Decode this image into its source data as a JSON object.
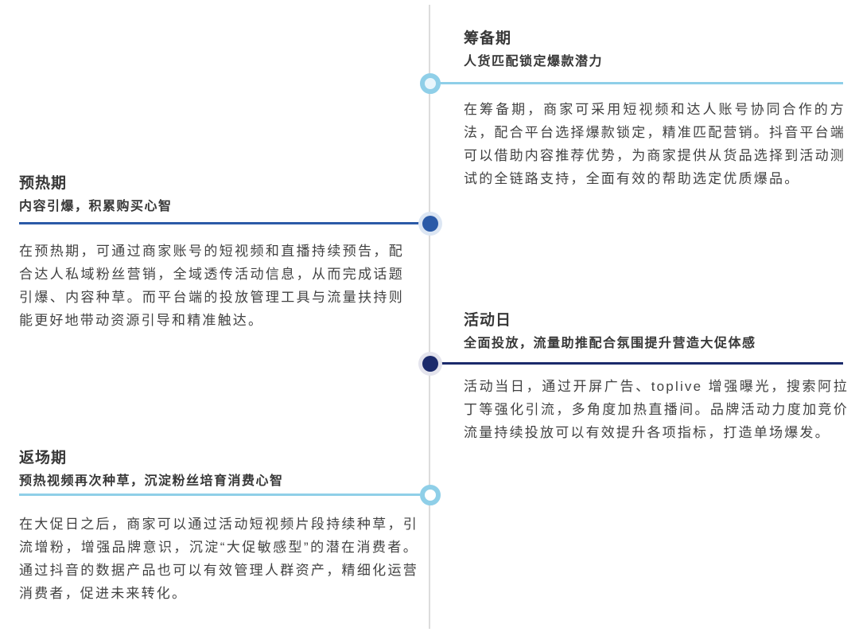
{
  "colors": {
    "background": "#ffffff",
    "timeline_axis": "#DCDCDC",
    "accent_light_blue": "#8FCFE8",
    "accent_mid_blue": "#2B5AA7",
    "accent_dark_navy": "#1B2A6B",
    "title_text": "#383838",
    "body_text": "#424242"
  },
  "timeline": {
    "orientation": "vertical",
    "phases": [
      {
        "id": "preparation",
        "side": "right",
        "title": "筹备期",
        "subtitle": "人货匹配锁定爆款潜力",
        "body": "在筹备期，商家可采用短视频和达人账号协同合作的方法，配合平台选择爆款锁定，精准匹配营销。抖音平台端可以借助内容推荐优势，为商家提供从货品选择到活动测试的全链路支持，全面有效的帮助选定优质爆品。",
        "accent_color": "#8FCFE8",
        "node_style": "light-blue-ring"
      },
      {
        "id": "preheat",
        "side": "left",
        "title": "预热期",
        "subtitle": "内容引爆，积累购买心智",
        "body": "在预热期，可通过商家账号的短视频和直播持续预告，配合达人私域粉丝营销，全域透传活动信息，从而完成话题引爆、内容种草。而平台端的投放管理工具与流量扶持则能更好地带动资源引导和精准触达。",
        "accent_color": "#2B5AA7",
        "node_style": "solid-mid-blue"
      },
      {
        "id": "activity-day",
        "side": "right",
        "title": "活动日",
        "subtitle": "全面投放，流量助推配合氛围提升营造大促体感",
        "body": "活动当日，通过开屏广告、toplive 增强曝光，搜索阿拉丁等强化引流，多角度加热直播间。品牌活动力度加竞价流量持续投放可以有效提升各项指标，打造单场爆发。",
        "accent_color": "#1B2A6B",
        "node_style": "solid-dark-navy"
      },
      {
        "id": "return",
        "side": "left",
        "title": "返场期",
        "subtitle": "预热视频再次种草，沉淀粉丝培育消费心智",
        "body": "在大促日之后，商家可以通过活动短视频片段持续种草，引流增粉，增强品牌意识，沉淀“大促敏感型”的潜在消费者。通过抖音的数据产品也可以有效管理人群资产，精细化运营消费者，促进未来转化。",
        "accent_color": "#8FCFE8",
        "node_style": "light-blue-ring"
      }
    ]
  }
}
